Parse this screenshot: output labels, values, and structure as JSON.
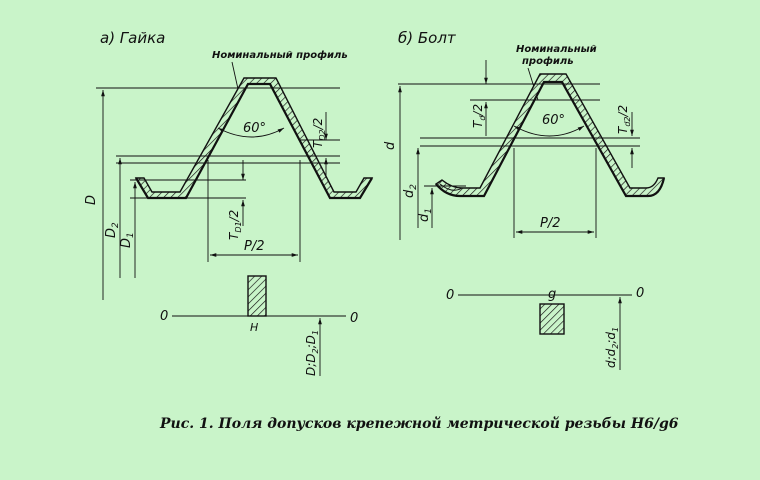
{
  "nut": {
    "title": "а) Гайка",
    "nominal_profile": "Номинальный профиль",
    "angle": "60°",
    "tp2": "T",
    "tp2_sub": "D2",
    "tp2_tail": "/2",
    "td1": "T",
    "td1_sub": "D1",
    "td1_tail": "/2",
    "pitch": "P/2",
    "D": "D",
    "D2": "D",
    "D2_sub": "2",
    "D1": "D",
    "D1_sub": "1",
    "zero_left": "0",
    "zero_right": "0",
    "field": "H",
    "axis": "D;D",
    "axis_sub1": "2",
    "axis_mid": ";D",
    "axis_sub2": "1"
  },
  "bolt": {
    "title": "б) Болт",
    "nominal_profile_1": "Номинальный",
    "nominal_profile_2": "профиль",
    "angle": "60°",
    "td": "T",
    "td_sub": "d",
    "td_tail": "/2",
    "td2": "T",
    "td2_sub": "d2",
    "td2_tail": "/2",
    "pitch": "P/2",
    "d": "d",
    "d2": "d",
    "d2_sub": "2",
    "d1": "d",
    "d1_sub": "1",
    "zero_left": "0",
    "zero_right": "0",
    "field": "g",
    "axis": "d;d",
    "axis_sub1": "2",
    "axis_mid": ";d",
    "axis_sub2": "1"
  },
  "caption": "Рис. 1. Поля допусков крепежной метрической резьбы H6/g6",
  "colors": {
    "background": "#c9f4c9",
    "ink": "#111111"
  }
}
